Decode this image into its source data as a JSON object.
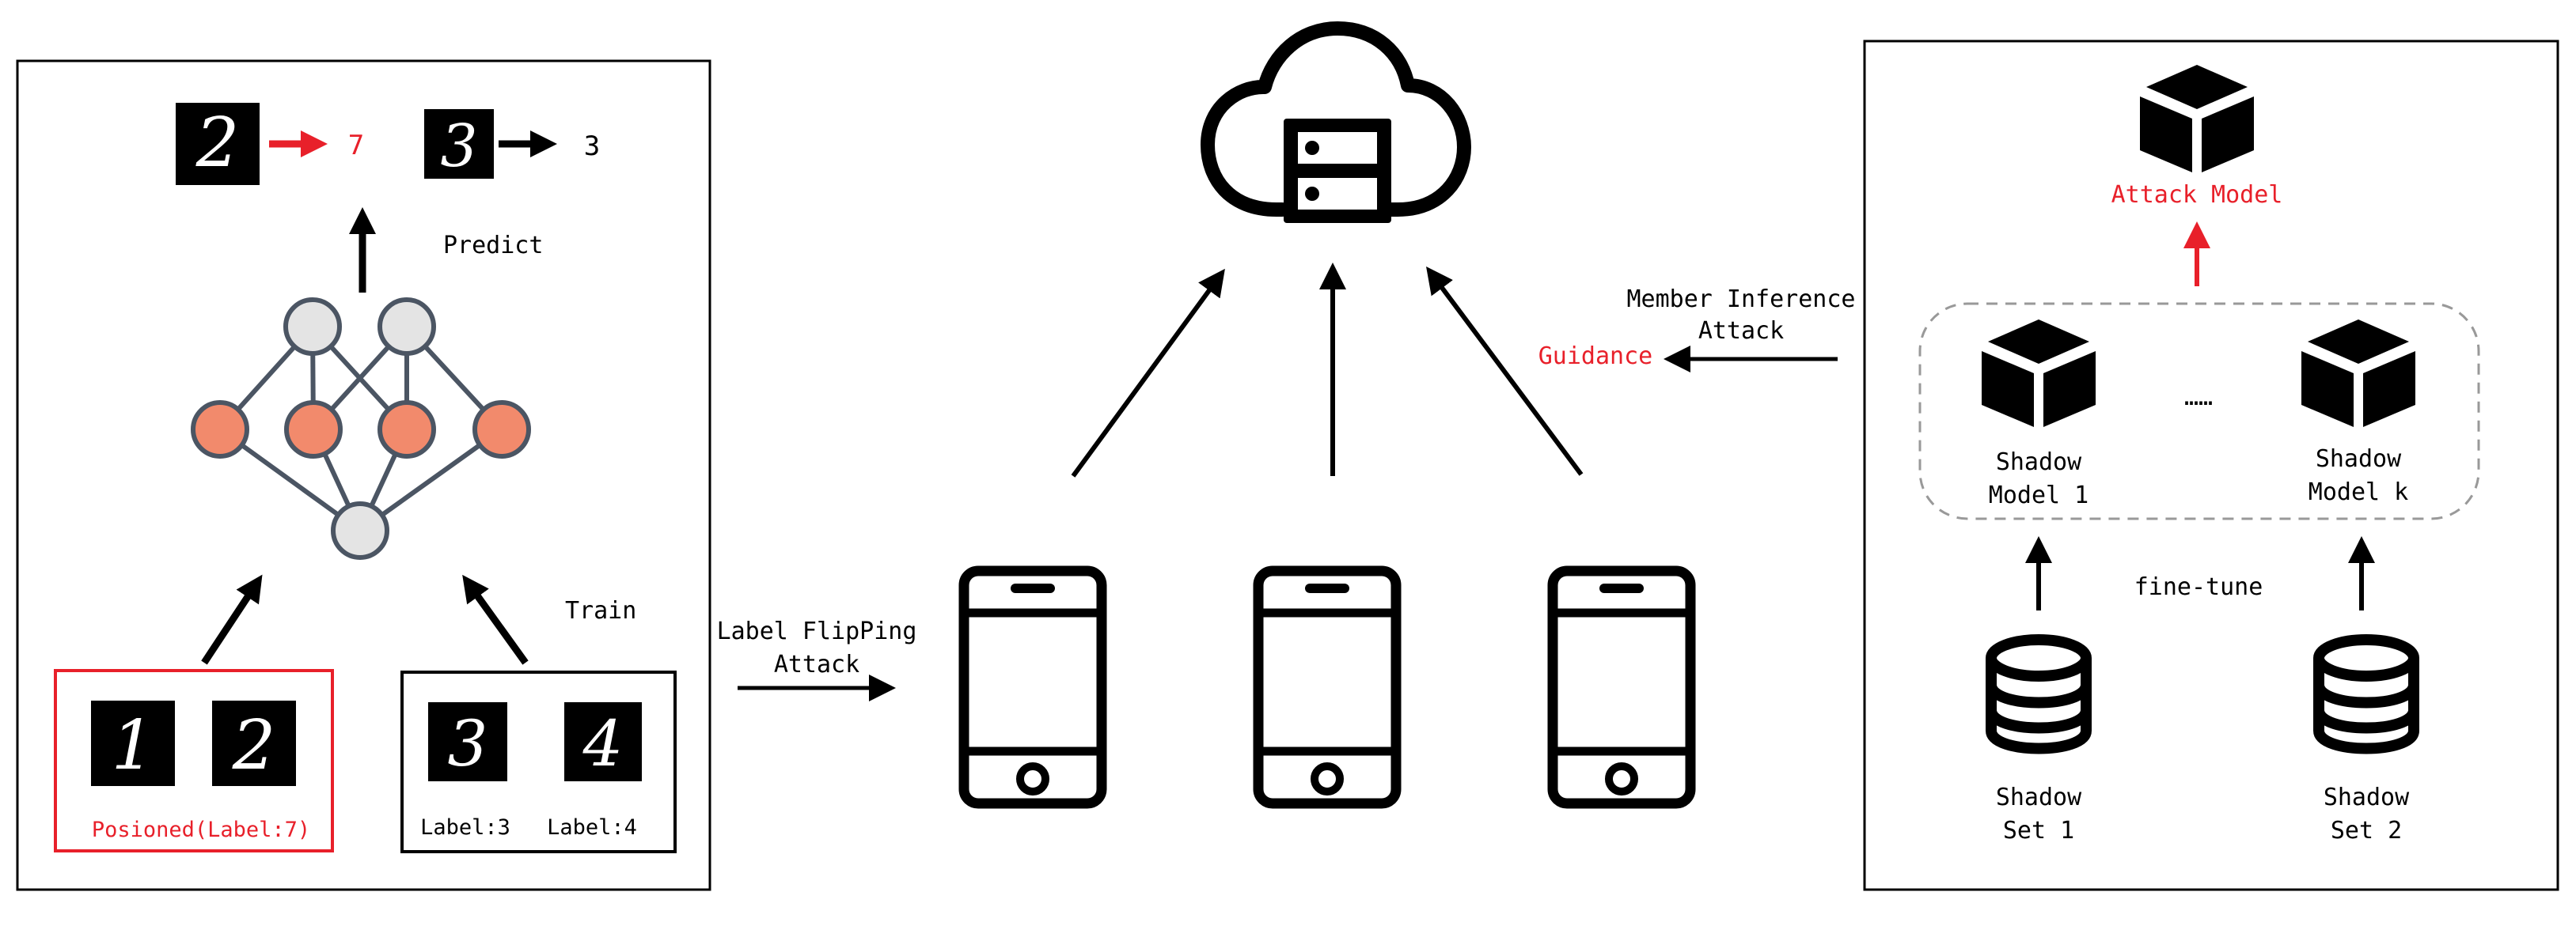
{
  "left_panel": {
    "prediction_poisoned_output": "7",
    "prediction_clean_output": "3",
    "predict_label": "Predict",
    "train_label": "Train",
    "poisoned_box_label": "Posioned(Label:7)",
    "clean_label_1": "Label:3",
    "clean_label_2": "Label:4",
    "mnist_digits": {
      "pred_poisoned": "2",
      "pred_clean": "3",
      "poisoned_1": "1",
      "poisoned_2": "2",
      "clean_1": "3",
      "clean_2": "4"
    }
  },
  "middle": {
    "label_flipping_line1": "Label FlipPing",
    "label_flipping_line2": "Attack"
  },
  "right_panel": {
    "member_inference_line1": "Member Inference",
    "member_inference_line2": "Attack",
    "guidance_label": "Guidance",
    "attack_model_label": "Attack Model",
    "shadow_model_1_line1": "Shadow",
    "shadow_model_1_line2": "Model 1",
    "shadow_model_k_line1": "Shadow",
    "shadow_model_k_line2": "Model k",
    "ellipsis": "……",
    "fine_tune_label": "fine-tune",
    "shadow_set_1_line1": "Shadow",
    "shadow_set_1_line2": "Set 1",
    "shadow_set_2_line1": "Shadow",
    "shadow_set_2_line2": "Set 2"
  },
  "colors": {
    "red": "#e8202a",
    "node_orange": "#f28a6c",
    "node_gray": "#e4e4e4",
    "edge_gray": "#4b5563"
  }
}
